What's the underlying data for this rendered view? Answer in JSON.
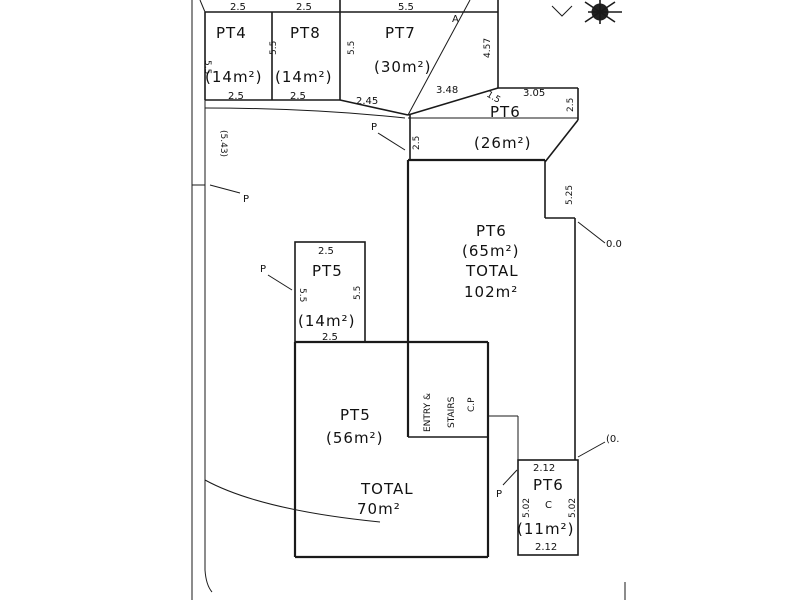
{
  "lots": {
    "pt4": {
      "name": "PT4",
      "area": "(14m²)",
      "dim_top": "2.5",
      "dim_bottom": "2.5",
      "dim_side": "5.5"
    },
    "pt8": {
      "name": "PT8",
      "area": "(14m²)",
      "dim_top": "2.5",
      "dim_bottom": "2.5",
      "dim_side": "5.5"
    },
    "pt7": {
      "name": "PT7",
      "area": "(30m²)",
      "dim_top": "5.5",
      "dim_left": "5.5",
      "dim_right": "4.57",
      "dim_bottom": "2.45",
      "dim_diag": "3.48",
      "letter": "A"
    },
    "pt6_upper": {
      "name": "PT6",
      "area": "(26m²)",
      "dim_top": "3.05",
      "dim_right": "2.5",
      "dim_left": "2.5",
      "dim_small": "1.5",
      "dim_step": "5.25"
    },
    "pt6_main": {
      "name": "PT6",
      "area": "(65m²)",
      "total_label": "TOTAL",
      "total_area": "102m²"
    },
    "pt5_small": {
      "name": "PT5",
      "area": "(14m²)",
      "dim_top": "2.5",
      "dim_bottom": "2.5",
      "dim_left": "5.5",
      "dim_right": "5.5"
    },
    "pt5_main": {
      "name": "PT5",
      "area": "(56m²)",
      "total_label": "TOTAL",
      "total_area": "70m²"
    },
    "pt6_c": {
      "name": "PT6",
      "letter": "C",
      "area": "(11m²)",
      "dim_top": "2.12",
      "dim_bottom": "2.12",
      "dim_left": "5.02",
      "dim_right": "5.02"
    }
  },
  "entry": {
    "line1": "ENTRY &",
    "line2": "STAIRS",
    "line3": "C.P"
  },
  "markers": {
    "p": "P",
    "left_dim": "(5.43)",
    "right_top": "0.0",
    "right_bottom": "(0."
  }
}
